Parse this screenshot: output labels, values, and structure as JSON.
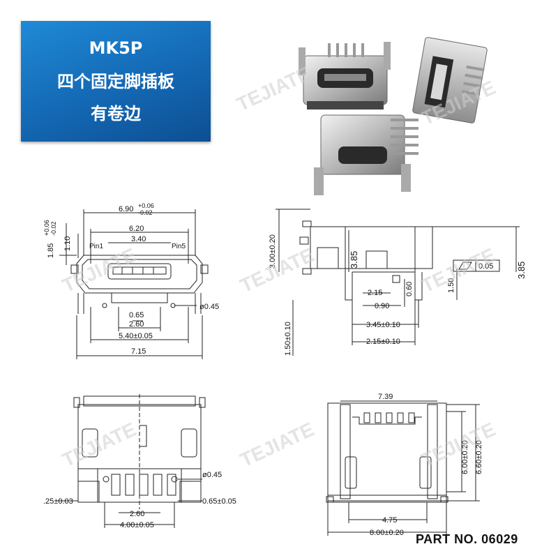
{
  "banner": {
    "model": "MK5P",
    "line2": "四个固定脚插板",
    "line3": "有卷边"
  },
  "watermark": {
    "brand": "TEJIATE"
  },
  "front_view": {
    "d_top": "6.90",
    "d_top_tol_up": "+0.06",
    "d_top_tol_dn": "-0.02",
    "d_620": "6.20",
    "d_340": "3.40",
    "pin1": "Pin1",
    "pin5": "Pin5",
    "d_185": "1.85",
    "d_185_tol_up": "+0.06",
    "d_185_tol_dn": "-0.02",
    "d_110": "1.10",
    "d_065": "0.65",
    "d_045": "ø0.45",
    "d_260": "2.60",
    "d_540": "5.40±0.05",
    "d_715": "7.15"
  },
  "side_view": {
    "d_300": "3.00±0.20",
    "d_385a": "3.85",
    "d_385b": "3.85",
    "d_215a": "2.15",
    "d_090": "0.90",
    "d_060": "0.60",
    "d_150": "1.50",
    "d_345": "3.45±0.10",
    "d_215b": "2.15±0.10",
    "d_150b": "1.50±0.10",
    "flatness": "0.05"
  },
  "bottom_view": {
    "d_045": "ø0.45",
    "d_025": ".25±0.03",
    "d_065": "0.65±0.05",
    "d_260": "2.60",
    "d_400": "4.00±0.05"
  },
  "pcb_view": {
    "d_739": "7.39",
    "d_600": "6.00±0.20",
    "d_660": "6.60±0.20",
    "d_475": "4.75",
    "d_800": "8.00±0.20"
  },
  "part_no": "PART NO. 06029"
}
